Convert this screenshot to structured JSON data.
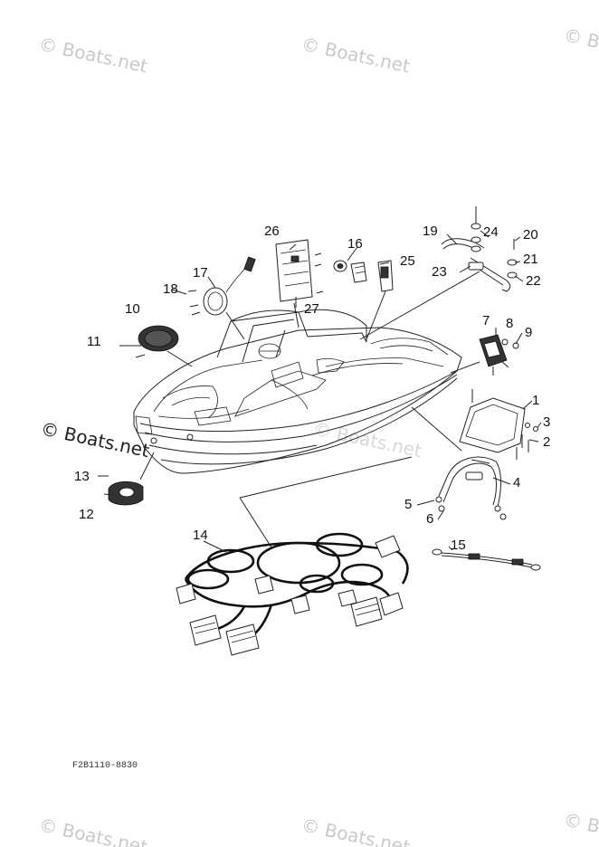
{
  "watermarks": {
    "brand": "© Boats.net",
    "inline": "© Boats.net"
  },
  "diagram": {
    "figure_code": "F2B1110-8830",
    "callouts": {
      "c1": "1",
      "c2": "2",
      "c3": "3",
      "c4": "4",
      "c5": "5",
      "c6": "6",
      "c7": "7",
      "c8": "8",
      "c9": "9",
      "c10": "10",
      "c11": "11",
      "c12": "12",
      "c13": "13",
      "c14": "14",
      "c15": "15",
      "c16": "16",
      "c17": "17",
      "c18": "18",
      "c19": "19",
      "c20": "20",
      "c21": "21",
      "c22": "22",
      "c23": "23",
      "c24": "24",
      "c25": "25",
      "c26": "26",
      "c27": "27"
    }
  }
}
